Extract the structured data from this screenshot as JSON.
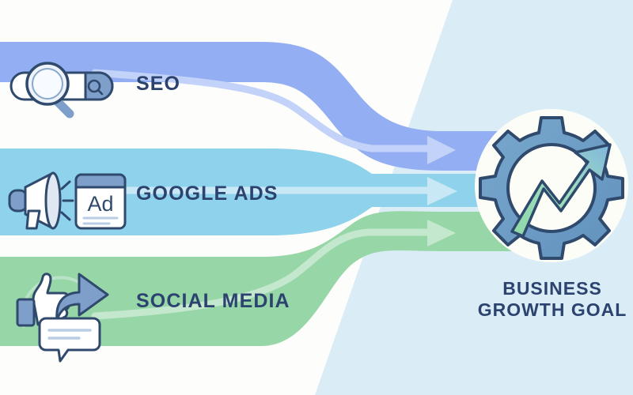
{
  "graphic": {
    "title": "Marketing Channels Converging Into Business Growth Goal",
    "type": "converging-flow-infographic"
  },
  "palette": {
    "background": "#fdfdfb",
    "right_panel": "#daedf7",
    "band_seo": "#93aef2",
    "band_google_ads": "#8ed2ec",
    "band_social_media": "#97d6a6",
    "band_seo_arrow": "#c3d2f8",
    "band_google_ads_arrow": "#c9e8f5",
    "band_social_media_arrow": "#c4e8cd",
    "text_navy": "#2c4370",
    "icon_outline": "#2f4a6d",
    "icon_fill_blue": "#7e9fc9",
    "icon_fill_white": "#ffffff",
    "gear_body": "#6d9dc5",
    "gear_outline": "#2f4a6d",
    "arrow_green": "#8fd9a8",
    "arrow_blue": "#7fb6dd",
    "goal_circle": "#fdfdf8"
  },
  "channels": [
    {
      "key": "seo",
      "label": "SEO",
      "color": "#93aef2",
      "icon": "search-bar-magnifier-icon",
      "arrow": "flow-arrow-right"
    },
    {
      "key": "google_ads",
      "label": "GOOGLE ADS",
      "color": "#8ed2ec",
      "icon": "megaphone-ad-card-icon",
      "arrow": "flow-arrow-right"
    },
    {
      "key": "social_media",
      "label": "SOCIAL MEDIA",
      "color": "#97d6a6",
      "icon": "thumbs-up-share-comment-icon",
      "arrow": "flow-arrow-right"
    }
  ],
  "goal": {
    "icon": "gear-growth-arrow-icon",
    "caption_line_1": "BUSINESS",
    "caption_line_2": "GROWTH GOAL"
  }
}
